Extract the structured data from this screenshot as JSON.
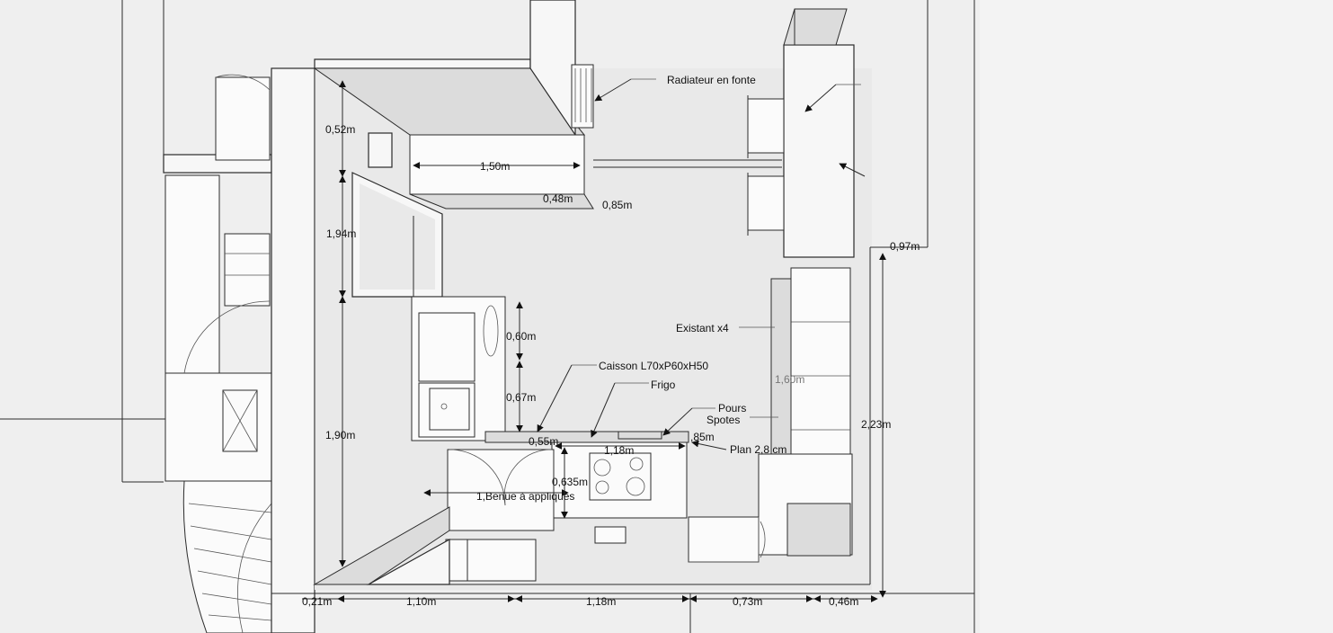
{
  "labels": {
    "radiator": "Radiateur en fonte",
    "existing": "Existant x4",
    "cabinet": "Caisson  L70xP60xH50",
    "fridge": "Frigo",
    "spots_line1": "Pours",
    "spots_line2": "Spotes",
    "worktop": "Plan 2,8 cm",
    "sconces": "1,Benue à appliques"
  },
  "dimensions": {
    "d_052": "0,52m",
    "d_150": "1,50m",
    "d_048": "0,48m",
    "d_085a": "0,85m",
    "d_097": "0,97m",
    "d_194": "1,94m",
    "d_060": "0,60m",
    "d_067": "0,67m",
    "d_190": "1,90m",
    "d_055": "0,55m",
    "d_118a": "1,18m",
    "d_085b": ",85m",
    "d_0635": "0,635m",
    "d_160": "1,60m",
    "d_223": "2,23m",
    "d_021": "0,21m",
    "d_110": "1,10m",
    "d_118b": "1,18m",
    "d_073": "0,73m",
    "d_046": "0,46m"
  }
}
